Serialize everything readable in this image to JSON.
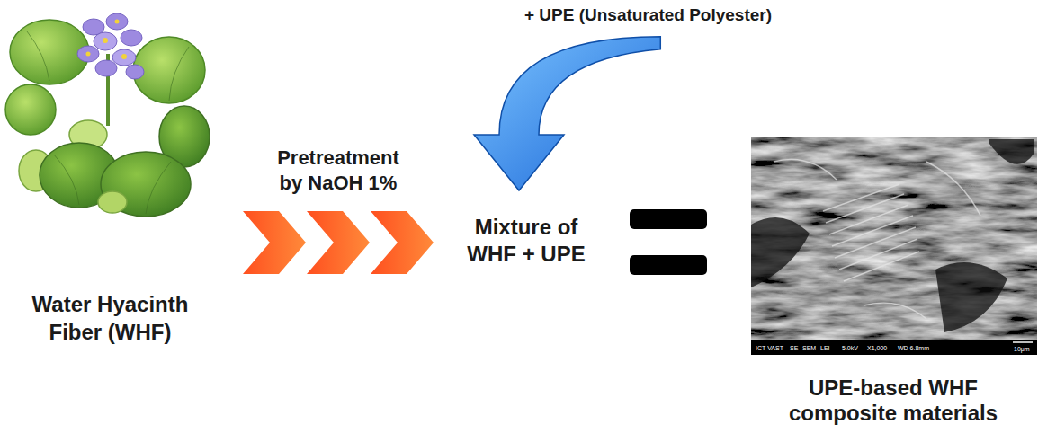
{
  "diagram": {
    "nodes": [
      {
        "text": [
          "Water Hyacinth Fiber (WHF)"
        ]
      },
      {
        "text": [
          "+ UPE (Unsaturated Polyester)"
        ]
      },
      {
        "text": [
          "Mixture of WHF + UPE"
        ]
      },
      {
        "text": [
          "UPE-based WHF composite materials"
        ]
      }
    ],
    "edges": [
      {
        "from": 0,
        "to": 2,
        "label": "Pretreatment by NaOH 1%",
        "arrow": "to"
      },
      {
        "from": 1,
        "to": 2,
        "arrow": "to"
      }
    ],
    "labels": [
      "ICT-VAST",
      "SE",
      "SEM",
      "LEI",
      "5.0kV",
      "X1,000",
      "WD 6.8mm",
      "10μm"
    ]
  }
}
